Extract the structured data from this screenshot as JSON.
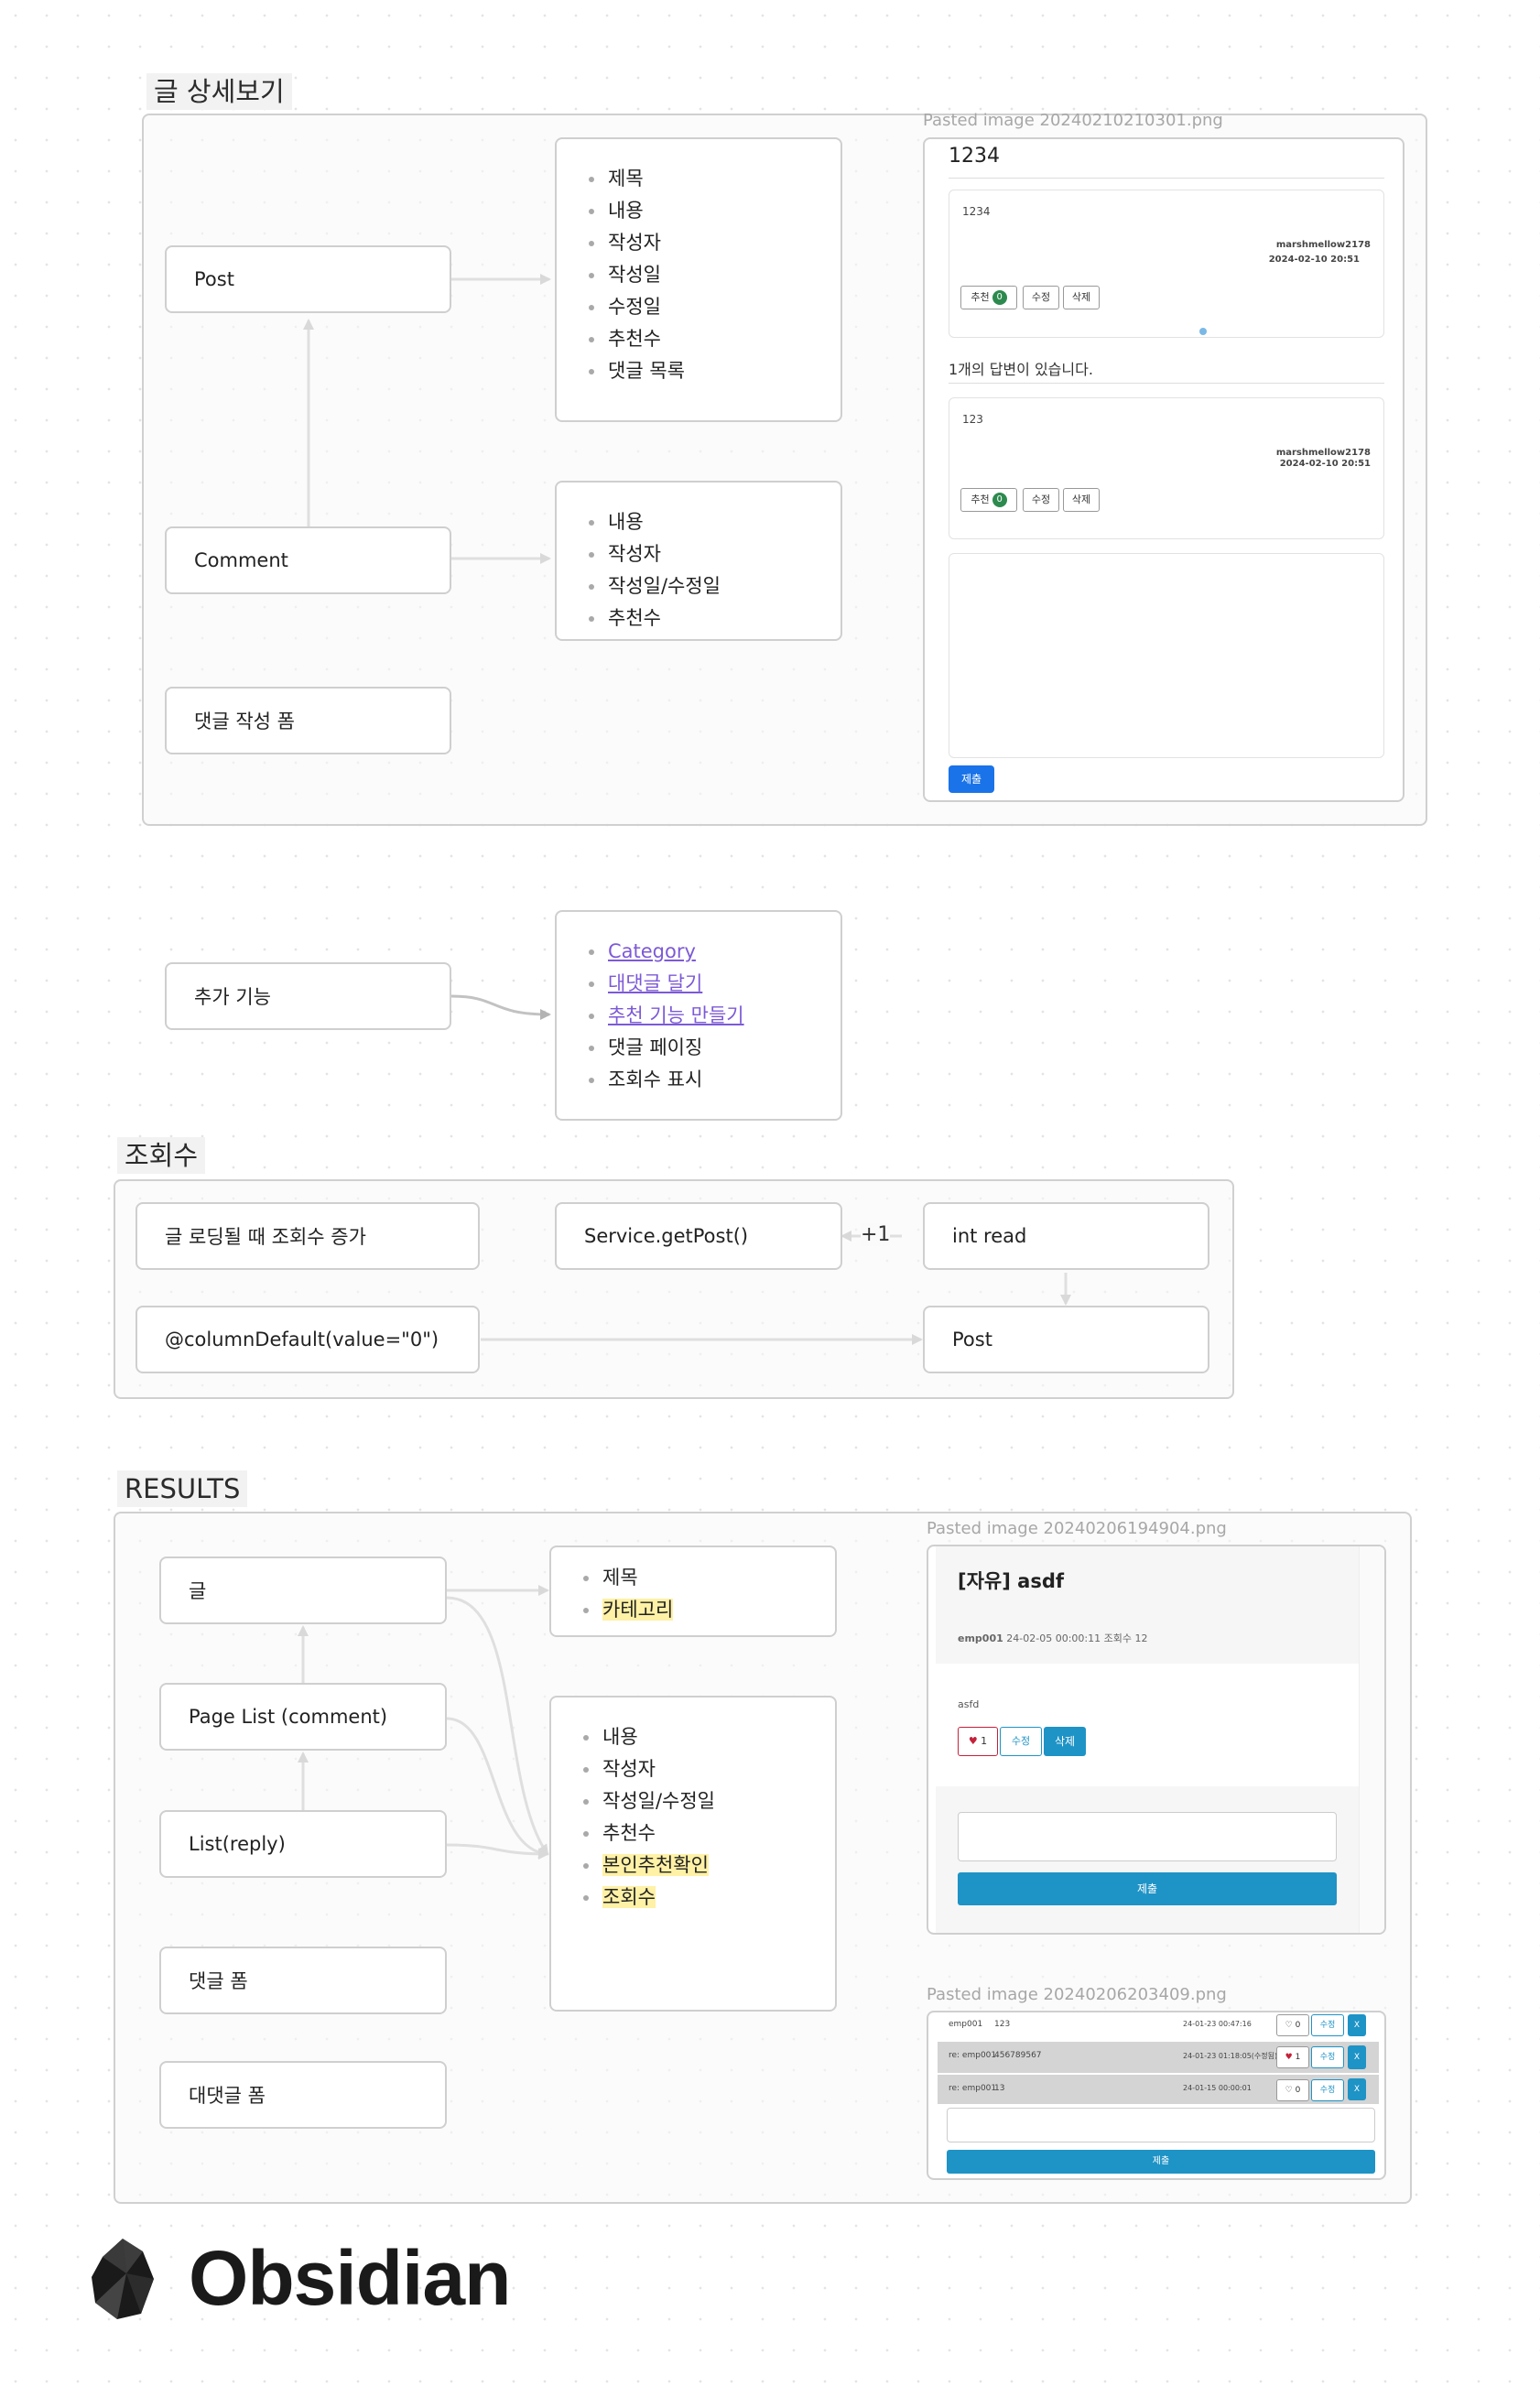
{
  "section1": {
    "label": "글 상세보기",
    "post_node": "Post",
    "comment_node": "Comment",
    "comment_form_node": "댓글 작성 폼",
    "post_fields": [
      "제목",
      "내용",
      "작성자",
      "작성일",
      "수정일",
      "추천수",
      "댓글 목록"
    ],
    "comment_fields": [
      "내용",
      "작성자",
      "작성일/수정일",
      "추천수"
    ],
    "screenshot": {
      "caption": "Pasted image 20240210210301.png",
      "title": "1234",
      "post_body": "1234",
      "author": "marshmellow2178",
      "date": "2024-02-10 20:51",
      "rec_label": "추천",
      "rec_count": "0",
      "edit_label": "수정",
      "delete_label": "삭제",
      "answers_text": "1개의 답변이 있습니다.",
      "comment_body": "123",
      "comment_author": "marshmellow2178",
      "comment_date": "2024-02-10 20:51",
      "submit_label": "제출"
    }
  },
  "section_extra": {
    "node": "추가 기능",
    "items": [
      "Category",
      "대댓글 달기",
      "추천 기능 만들기",
      "댓글 페이징",
      "조회수 표시"
    ]
  },
  "section2": {
    "label": "조회수",
    "load_node": "글 로딩될 때 조회수 증가",
    "service_node": "Service.getPost()",
    "plus_label": "+1",
    "int_node": "int read",
    "default_node": "@columnDefault(value=\"0\")",
    "post_node": "Post"
  },
  "section3": {
    "label": "RESULTS",
    "post_node": "글",
    "pagelist_node": "Page List (comment)",
    "list_node": "List(reply)",
    "comment_form_node": "댓글 폼",
    "reply_form_node": "대댓글 폼",
    "post_fields": [
      "제목",
      "카테고리"
    ],
    "comment_fields": [
      "내용",
      "작성자",
      "작성일/수정일",
      "추천수",
      "본인추천확인",
      "조회수"
    ],
    "highlighted_post_fields": [
      "카테고리"
    ],
    "highlighted_comment_fields": [
      "본인추천확인",
      "조회수"
    ],
    "shot1": {
      "caption": "Pasted image 20240206194904.png",
      "title": "[자유] asdf",
      "author": "emp001",
      "meta": "24-02-05 00:00:11 조회수 12",
      "body": "asfd",
      "like": "1",
      "edit_label": "수정",
      "delete_label": "삭제",
      "submit_label": "제출"
    },
    "shot2": {
      "caption": "Pasted image 20240206203409.png",
      "rows": [
        {
          "user": "emp001",
          "text": "123",
          "date": "24-01-23 00:47:16",
          "likes": "0"
        },
        {
          "user": "re: emp001",
          "text": "456789567",
          "date": "24-01-23 01:18:05(수정됨)",
          "likes": "1"
        },
        {
          "user": "re: emp001",
          "text": "13",
          "date": "24-01-15 00:00:01",
          "likes": "0"
        }
      ],
      "edit_label": "수정",
      "x_label": "X",
      "submit_label": "제출"
    }
  },
  "logo": {
    "text": "Obsidian"
  }
}
